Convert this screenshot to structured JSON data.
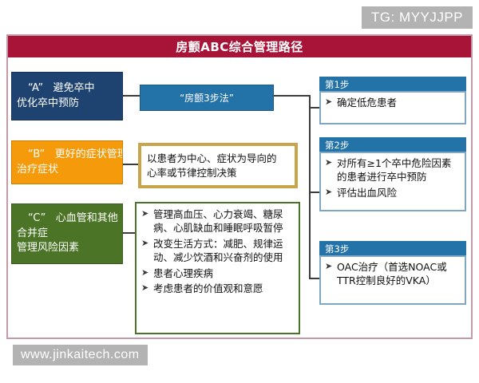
{
  "watermarks": {
    "tg": "TG: MYYJJPP",
    "site": "www.jinkaitech.com"
  },
  "title": "房颤ABC综合管理路径",
  "left_column": [
    {
      "key": "A",
      "label_quoted": "“A”",
      "headline": "避免卒中",
      "subline": "优化卒中预防",
      "color": "#1f4371"
    },
    {
      "key": "B",
      "label_quoted": "“B”",
      "headline": "更好的症状管理",
      "subline": "治疗症状",
      "color": "#f49a0b"
    },
    {
      "key": "C",
      "label_quoted": "“C”",
      "headline": "心血管和其他",
      "subline": "合并症",
      "subline2": "管理风险因素",
      "color": "#4b7427"
    }
  ],
  "middle_column": {
    "three_step_box": {
      "text": "“房颤3步法”",
      "color": "#2372a8"
    },
    "patient_centered_box": {
      "line1": "以患者为中心、症状为导向的",
      "line2": "心率或节律控制决策",
      "border_color": "#c8a44a"
    },
    "risk_list_box": {
      "border_color": "#4b7427",
      "bullet_glyph": "➤",
      "items": [
        "管理高血压、心力衰竭、糖尿病、心肌缺血和睡眠呼吸暂停",
        "改变生活方式：减肥、规律运动、减少饮酒和兴奋剂的使用",
        "患者心理疾病",
        "考虑患者的价值观和意愿"
      ]
    }
  },
  "right_column": {
    "header_color": "#2372a8",
    "bullet_glyph": "➤",
    "steps": [
      {
        "header": "第1步",
        "items": [
          "确定低危患者"
        ]
      },
      {
        "header": "第2步",
        "items": [
          "对所有≥1个卒中危险因素的患者进行卒中预防",
          "评估出血风险"
        ]
      },
      {
        "header": "第3步",
        "items": [
          "OAC治疗（首选NOAC或TTR控制良好的VKA）"
        ]
      }
    ]
  },
  "colors": {
    "title_bar": "#a81338",
    "frame_border": "#c49aa8",
    "connector": "#3c3c3c",
    "step_body_border": "#7fa7c4"
  }
}
